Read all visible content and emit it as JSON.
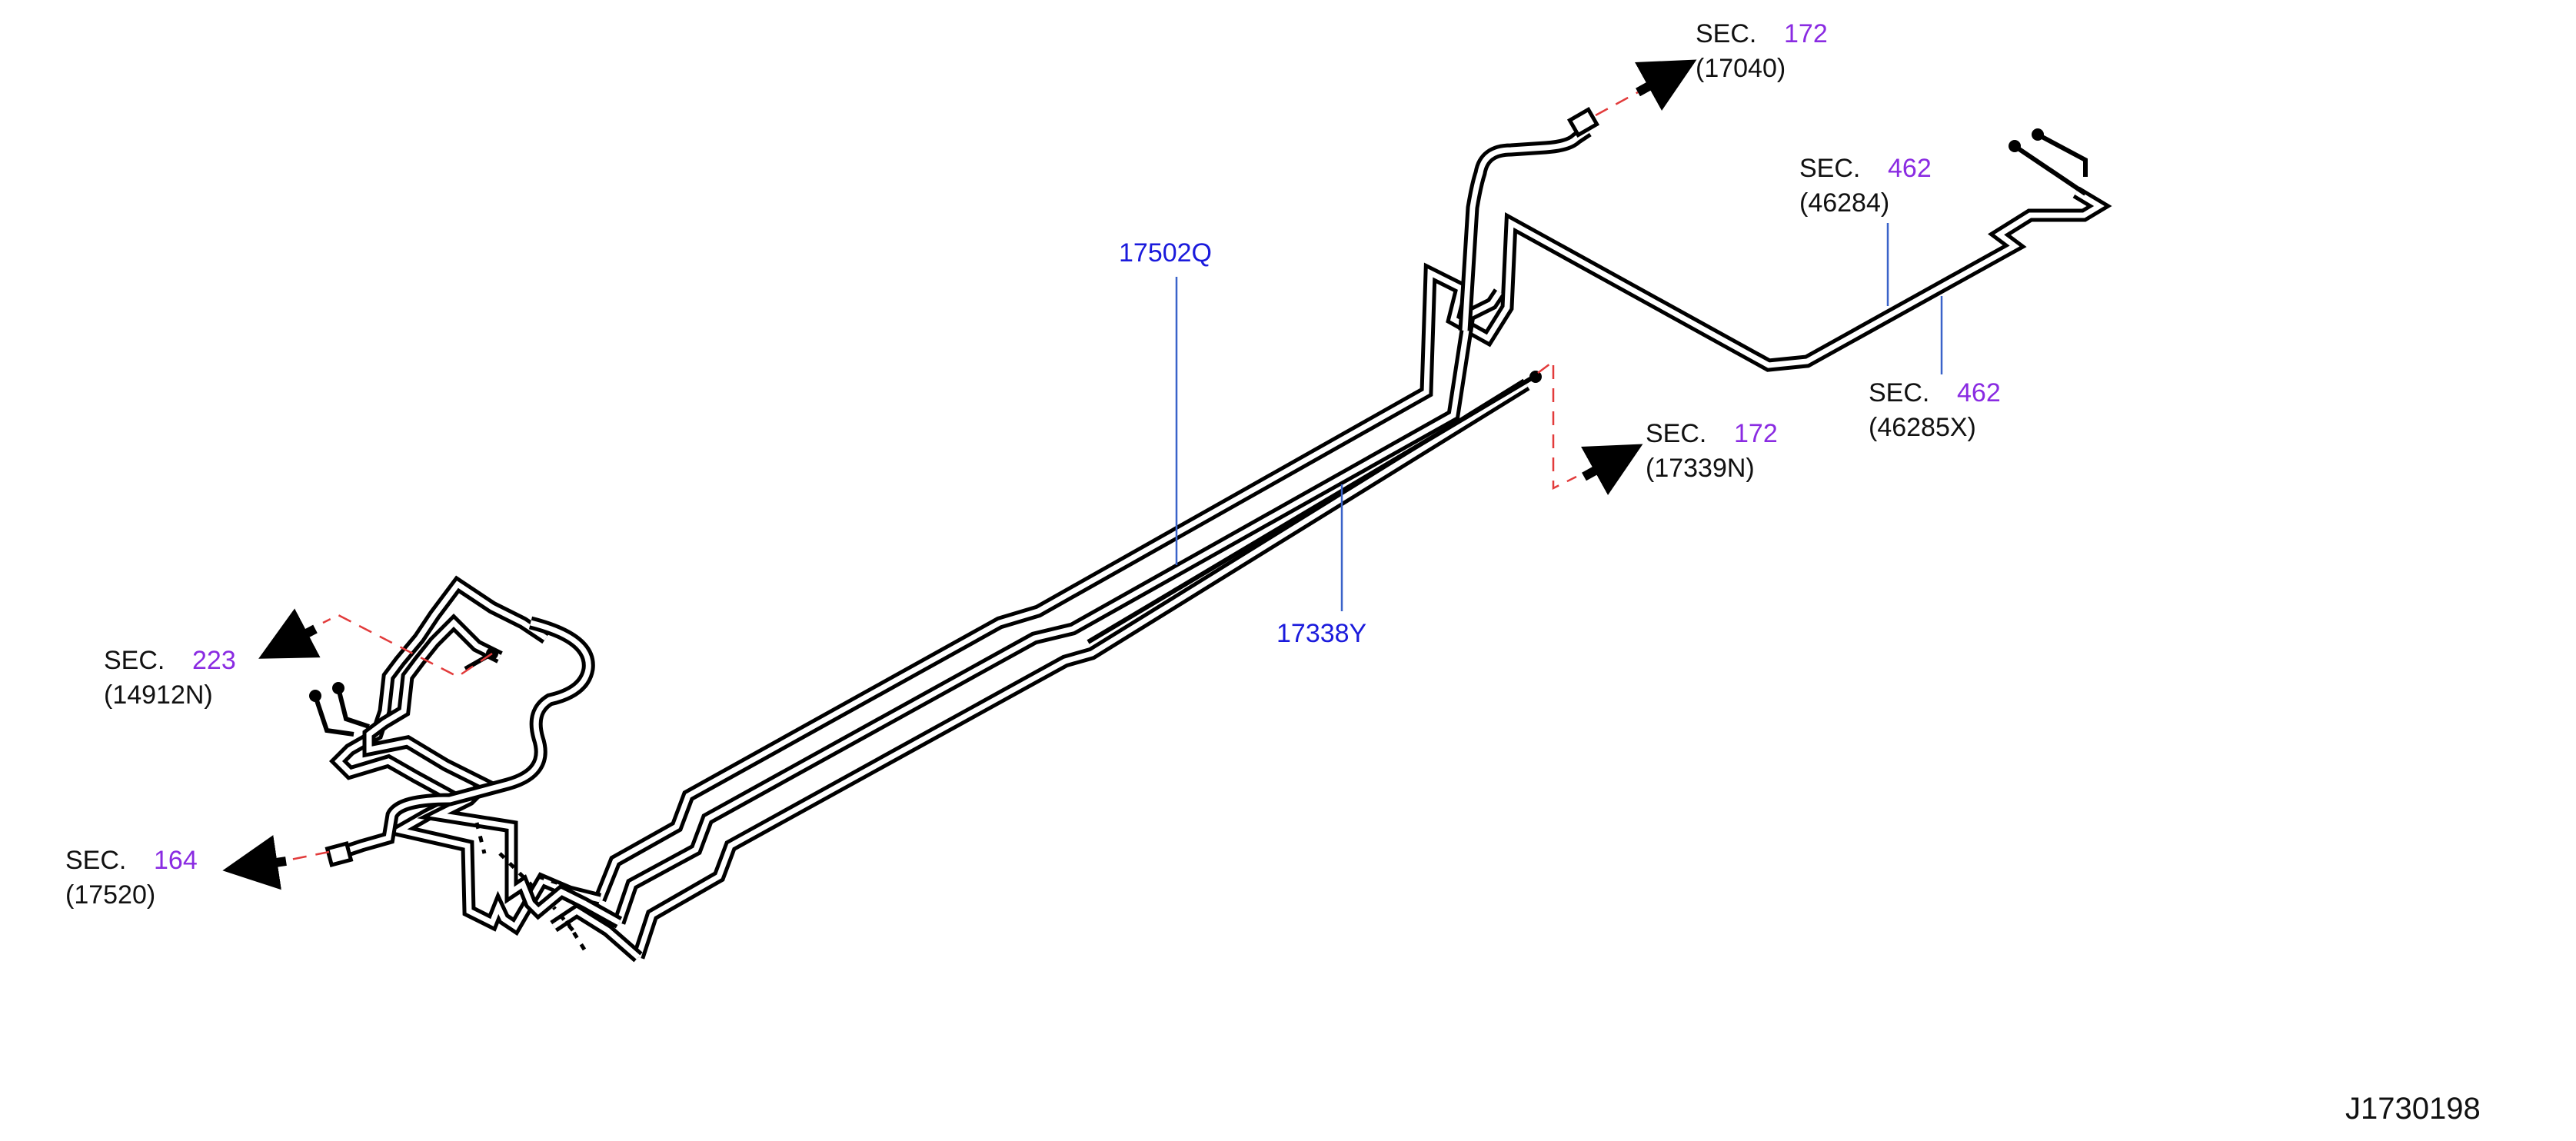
{
  "colors": {
    "pipe": "#000000",
    "part_label": "#1a1adc",
    "section_number": "#8a2be2",
    "leader": "#3a63c9",
    "dashed_ref": "#e23b3b"
  },
  "parts": {
    "p17502Q": "17502Q",
    "p17338Y": "17338Y"
  },
  "sections": {
    "s17040": {
      "prefix": "SEC.",
      "number": "172",
      "code": "(17040)"
    },
    "s17339N": {
      "prefix": "SEC.",
      "number": "172",
      "code": "(17339N)"
    },
    "s46284": {
      "prefix": "SEC.",
      "number": "462",
      "code": "(46284)"
    },
    "s46285X": {
      "prefix": "SEC.",
      "number": "462",
      "code": "(46285X)"
    },
    "s14912N": {
      "prefix": "SEC.",
      "number": "223",
      "code": "(14912N)"
    },
    "s17520": {
      "prefix": "SEC.",
      "number": "164",
      "code": "(17520)"
    }
  },
  "reference_id": "J1730198"
}
